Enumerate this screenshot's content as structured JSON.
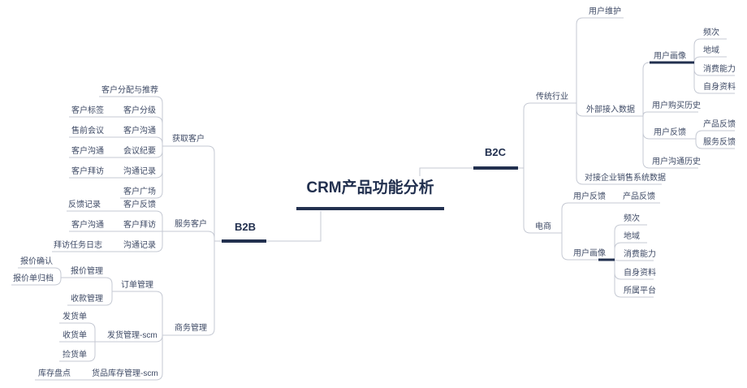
{
  "title": {
    "label": "CRM产品功能分析"
  },
  "colors": {
    "navy": "#22304f",
    "line": "#c5c9d3",
    "text": "#3f4b66",
    "background": "#ffffff"
  },
  "mindmap": {
    "root": {
      "label": "CRM产品功能分析"
    },
    "b2b": {
      "label": "B2B",
      "children": [
        {
          "label": "获取客户",
          "children": [
            {
              "label": "客户分配与推荐"
            },
            {
              "label": "客户分级",
              "children": [
                {
                  "label": "客户标签"
                }
              ]
            },
            {
              "label": "客户沟通",
              "children": [
                {
                  "label": "售前会议"
                }
              ]
            },
            {
              "label": "会议纪要",
              "children": [
                {
                  "label": "客户沟通"
                }
              ]
            },
            {
              "label": "沟通记录",
              "children": [
                {
                  "label": "客户拜访"
                }
              ]
            },
            {
              "label": "客户广场"
            }
          ]
        },
        {
          "label": "服务客户",
          "children": [
            {
              "label": "客户反馈",
              "children": [
                {
                  "label": "反馈记录"
                }
              ]
            },
            {
              "label": "客户拜访",
              "children": [
                {
                  "label": "客户沟通"
                }
              ]
            },
            {
              "label": "沟通记录",
              "children": [
                {
                  "label": "拜访任务日志"
                }
              ]
            }
          ]
        },
        {
          "label": "商务管理",
          "children": [
            {
              "label": "订单管理",
              "children": [
                {
                  "label": "报价管理",
                  "children": [
                    {
                      "label": "报价确认"
                    },
                    {
                      "label": "报价单归档"
                    }
                  ]
                },
                {
                  "label": "收款管理"
                }
              ]
            },
            {
              "label": "发货管理-scm",
              "children": [
                {
                  "label": "发货单"
                },
                {
                  "label": "收货单"
                },
                {
                  "label": "捡货单"
                }
              ]
            },
            {
              "label": "货品库存管理-scm",
              "children": [
                {
                  "label": "库存盘点"
                }
              ]
            }
          ]
        }
      ]
    },
    "b2c": {
      "label": "B2C",
      "children": [
        {
          "label": "传统行业",
          "children": [
            {
              "label": "用户维护"
            },
            {
              "label": "外部接入数据",
              "children": [
                {
                  "label": "用户画像",
                  "children": [
                    {
                      "label": "频次"
                    },
                    {
                      "label": "地域"
                    },
                    {
                      "label": "消费能力"
                    },
                    {
                      "label": "自身资料"
                    }
                  ]
                },
                {
                  "label": "用户购买历史"
                },
                {
                  "label": "用户反馈",
                  "children": [
                    {
                      "label": "产品反馈"
                    },
                    {
                      "label": "服务反馈"
                    }
                  ]
                },
                {
                  "label": "用户沟通历史"
                }
              ]
            },
            {
              "label": "对接企业销售系统数据"
            }
          ]
        },
        {
          "label": "电商",
          "children": [
            {
              "label": "用户反馈",
              "children": [
                {
                  "label": "产品反馈"
                }
              ]
            },
            {
              "label": "用户画像",
              "children": [
                {
                  "label": "频次"
                },
                {
                  "label": "地域"
                },
                {
                  "label": "消费能力"
                },
                {
                  "label": "自身资料"
                },
                {
                  "label": "所属平台"
                }
              ]
            }
          ]
        }
      ]
    }
  }
}
